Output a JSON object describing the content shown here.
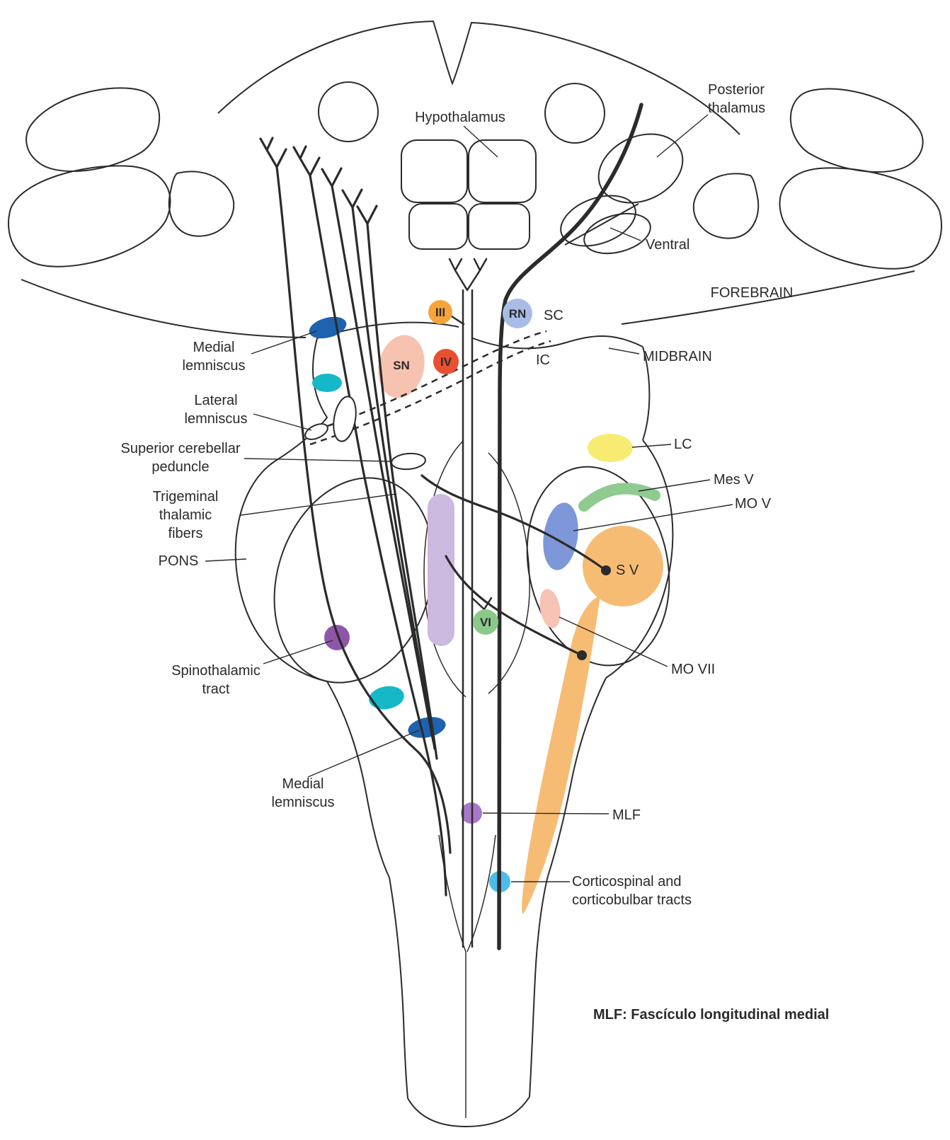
{
  "labels": {
    "hypothalamus": "Hypothalamus",
    "posterior_thalamus": [
      "Posterior",
      "thalamus"
    ],
    "ventral": "Ventral",
    "forebrain": "FOREBRAIN",
    "medial_lemniscus_upper": [
      "Medial",
      "lemniscus"
    ],
    "sc": "SC",
    "rn": "RN",
    "iii": "III",
    "iv": "IV",
    "sn": "SN",
    "ic": "IC",
    "midbrain": "MIDBRAIN",
    "lateral_lemniscus": [
      "Lateral",
      "lemniscus"
    ],
    "superior_cerebellar_peduncle": [
      "Superior cerebellar",
      "peduncle"
    ],
    "trigeminal_thalamic_fibers": [
      "Trigeminal",
      "thalamic",
      "fibers"
    ],
    "pons": "PONS",
    "lc": "LC",
    "mes_v": "Mes V",
    "mo_v": "MO V",
    "s_v": "S V",
    "vi": "VI",
    "spinothalamic_tract": [
      "Spinothalamic",
      "tract"
    ],
    "mo_vii": "MO VII",
    "medial_lemniscus_lower": [
      "Medial",
      "lemniscus"
    ],
    "mlf": "MLF",
    "corticospinal": [
      "Corticospinal and",
      "corticobulbar tracts"
    ]
  },
  "note": {
    "text": "MLF: Fascículo longitudinal medial",
    "color": "#A020F0"
  },
  "colors": {
    "outline": "#2b2b2b",
    "nucleus_iii_orange": "#F5A43A",
    "nucleus_iv_red": "#E8502F",
    "nucleus_rn_periwinkle": "#A9BCE6",
    "nucleus_sn_pink": "#F6C3B0",
    "medial_lemniscus_blue": "#1E62B0",
    "spinothalamic_teal": "#16B8C8",
    "lc_yellow": "#F7EB72",
    "mes_v_green": "#8FCB8F",
    "mo_v_blue": "#7D97D8",
    "s_v_orange": "#F6BC74",
    "mo_vii_pink": "#F6C3B5",
    "vi_green": "#8BC98B",
    "spinothalamic_purple": "#8F56A8",
    "mlf_purple": "#A878C8",
    "corticospinal_cyan": "#4DBCE8",
    "raphe_lavender": "#CBB9E0"
  }
}
